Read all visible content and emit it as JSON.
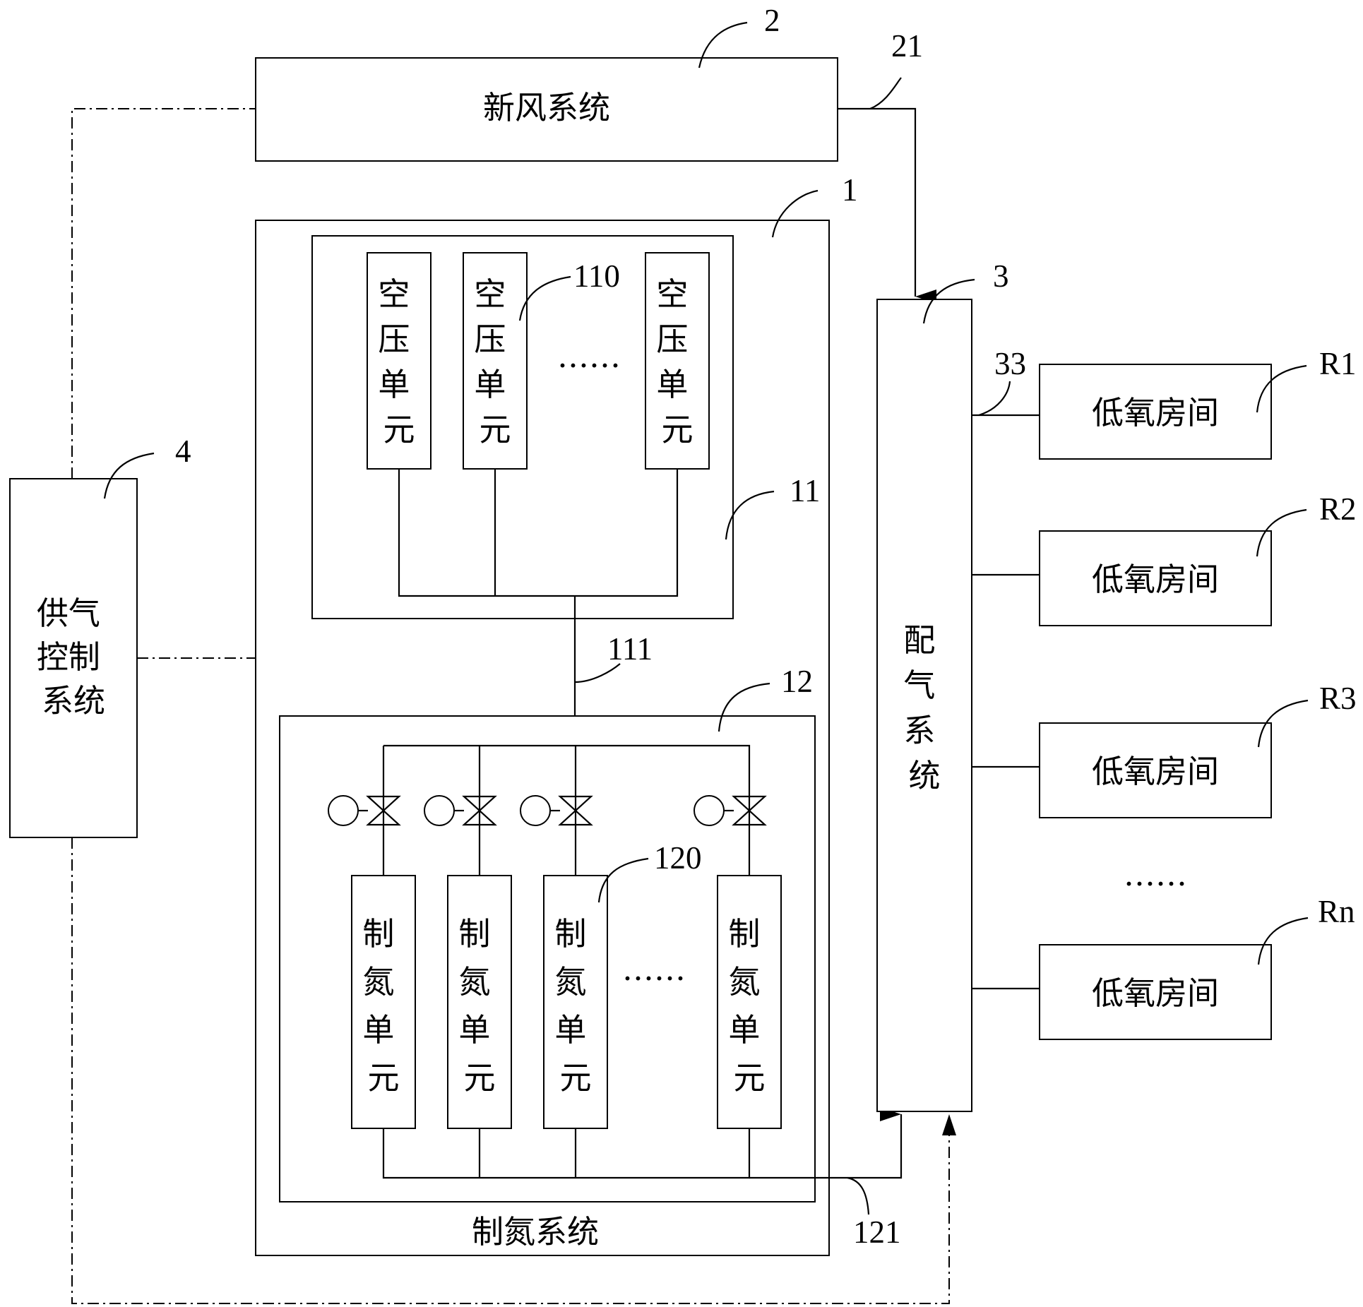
{
  "fresh_air": {
    "label": "新风系统",
    "ref": "2",
    "pipe_ref": "21"
  },
  "nitrogen_system": {
    "label": "制氮系统",
    "ref": "1"
  },
  "compressor_group": {
    "ref": "11",
    "unit_ref": "110",
    "unit_label": "空压单元",
    "ellipsis": "……",
    "pipe_ref": "111"
  },
  "nitrogen_group": {
    "ref": "12",
    "unit_ref": "120",
    "unit_label": "制氮单元",
    "ellipsis": "……",
    "pipe_ref": "121"
  },
  "gas_distribution": {
    "label": "配气系统",
    "ref": "3",
    "pipe_ref": "33"
  },
  "supply_control": {
    "label_lines": [
      "供气",
      "控制",
      "系统"
    ],
    "ref": "4"
  },
  "rooms": [
    {
      "label": "低氧房间",
      "ref": "R1"
    },
    {
      "label": "低氧房间",
      "ref": "R2"
    },
    {
      "label": "低氧房间",
      "ref": "R3"
    },
    {
      "label": "低氧房间",
      "ref": "Rn"
    }
  ],
  "rooms_ellipsis": "……"
}
